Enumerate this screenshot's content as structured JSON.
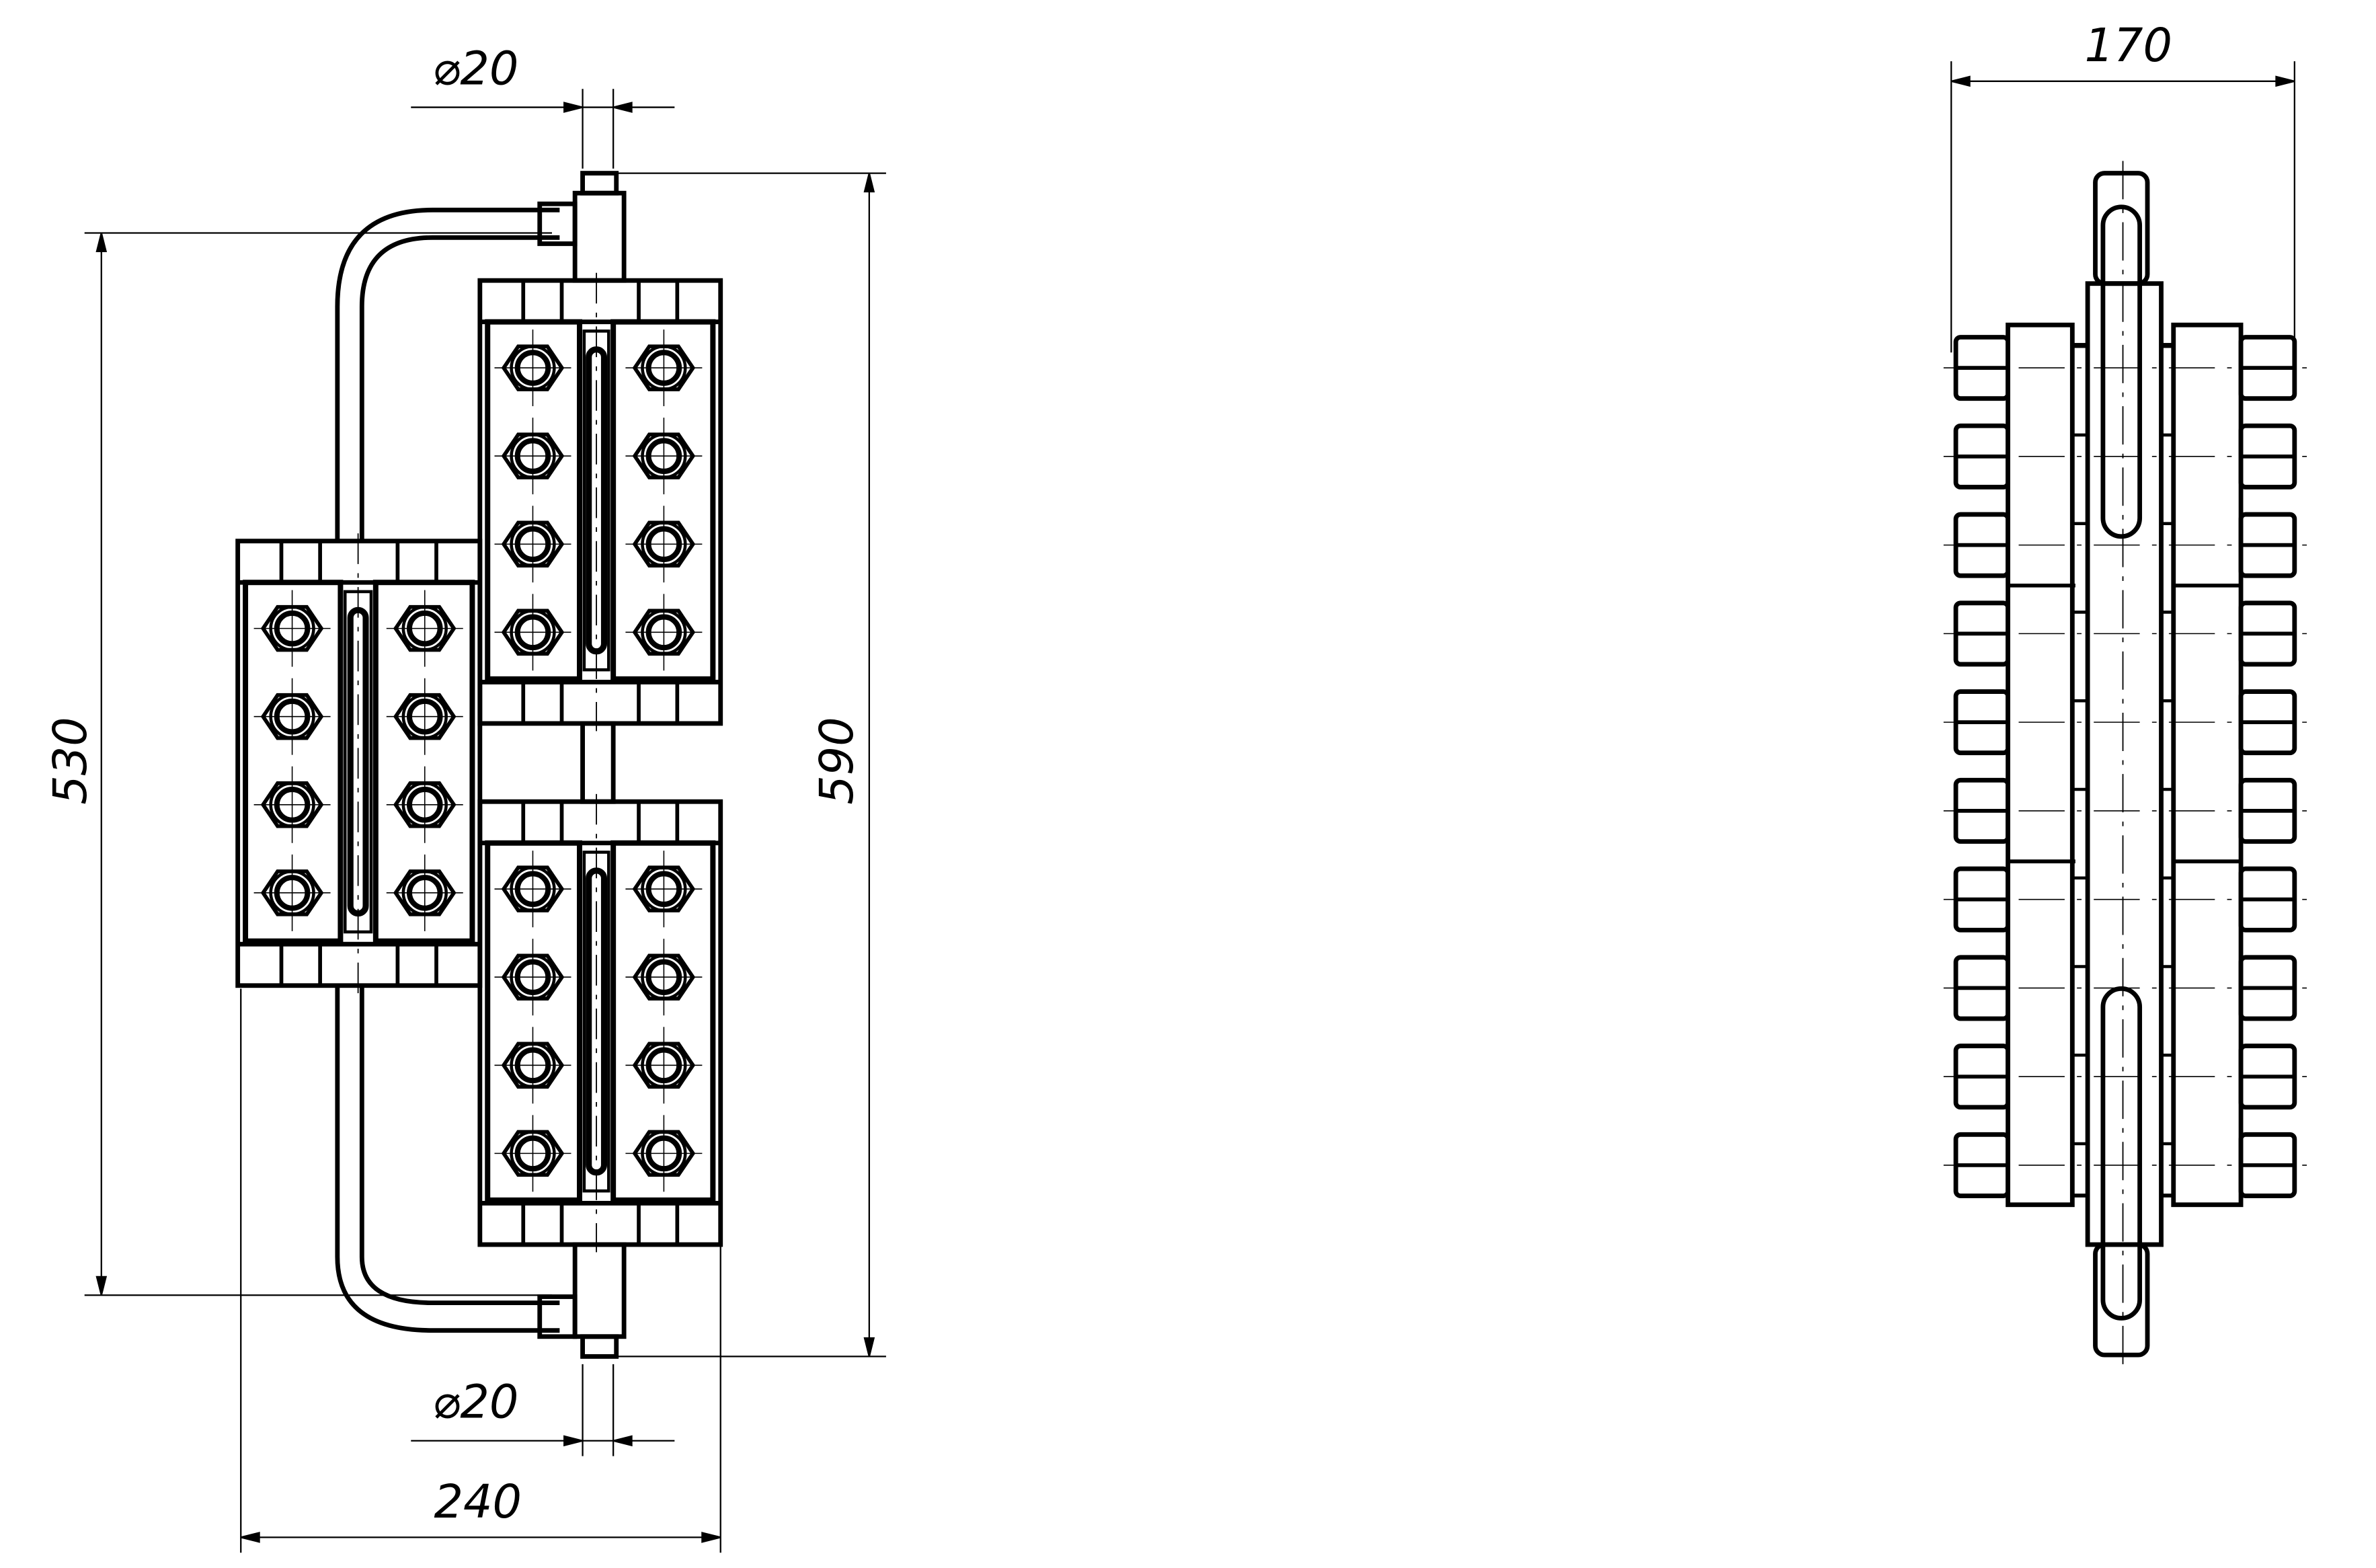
{
  "drawing": {
    "front_view": {
      "dim_pipe_top": "⌀20",
      "dim_pipe_bottom": "⌀20",
      "dim_height_inner": "530",
      "dim_height_total": "590",
      "dim_width": "240"
    },
    "side_view": {
      "dim_width": "170",
      "bolt_rows": 10
    },
    "gauge_blocks": 3,
    "bolts_per_block": 8,
    "line_color": "#000000",
    "background": "#ffffff"
  }
}
